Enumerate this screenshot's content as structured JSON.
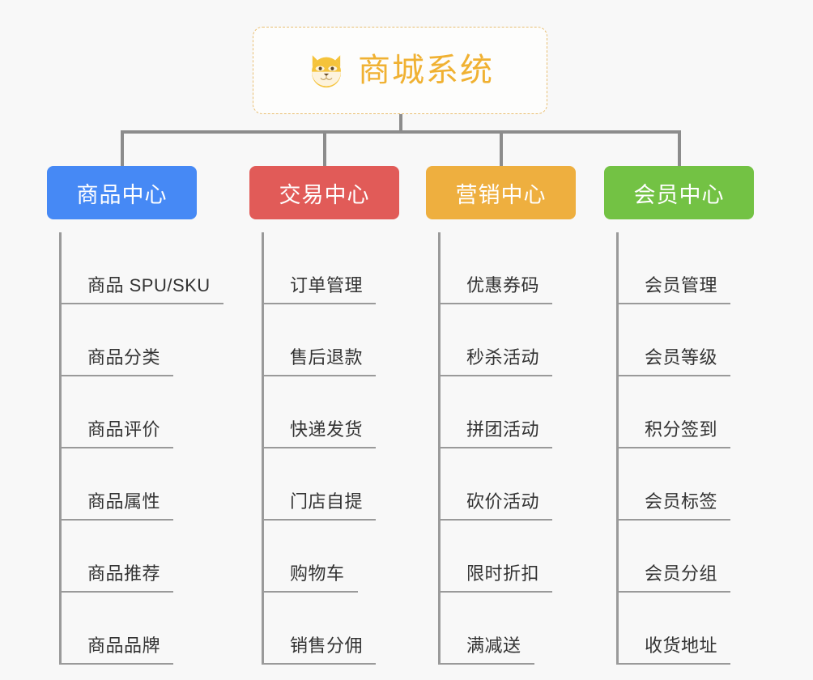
{
  "page": {
    "background_color": "#f8f8f8",
    "type": "mind-map"
  },
  "root": {
    "title": "商城系统",
    "icon": "shiba-dog-face-icon",
    "text_color": "#f0b132",
    "border_color": "#e9bf73",
    "background_color": "#fdfdfc"
  },
  "connector_color": "#8c8c8c",
  "branches": [
    {
      "label": "商品中心",
      "color": "#4689f5",
      "items": [
        "商品 SPU/SKU",
        "商品分类",
        "商品评价",
        "商品属性",
        "商品推荐",
        "商品品牌"
      ]
    },
    {
      "label": "交易中心",
      "color": "#e15b58",
      "items": [
        "订单管理",
        "售后退款",
        "快递发货",
        "门店自提",
        "购物车",
        "销售分佣"
      ]
    },
    {
      "label": "营销中心",
      "color": "#eeaf3f",
      "items": [
        "优惠券码",
        "秒杀活动",
        "拼团活动",
        "砍价活动",
        "限时折扣",
        "满减送"
      ]
    },
    {
      "label": "会员中心",
      "color": "#73c244",
      "items": [
        "会员管理",
        "会员等级",
        "积分签到",
        "会员标签",
        "会员分组",
        "收货地址"
      ]
    }
  ]
}
